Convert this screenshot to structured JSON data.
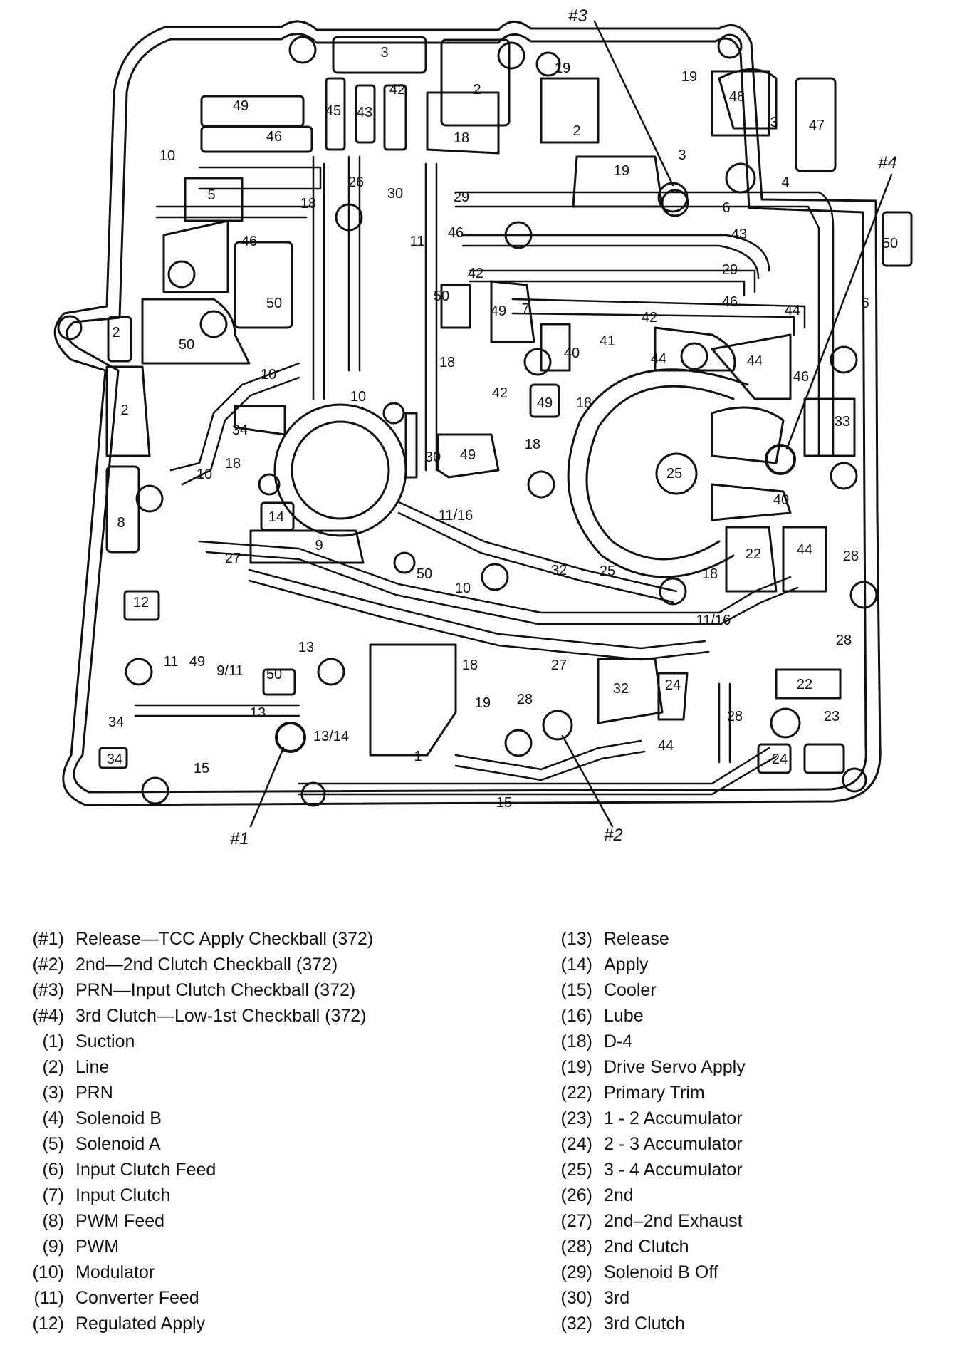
{
  "diagram": {
    "outline_color": "#111111",
    "background": "#ffffff",
    "checkball_labels": [
      "#1",
      "#2",
      "#3",
      "#4"
    ],
    "passage_labels": [
      "1",
      "2",
      "3",
      "4",
      "5",
      "6",
      "7",
      "8",
      "9",
      "10",
      "11",
      "12",
      "13",
      "14",
      "15",
      "18",
      "19",
      "22",
      "23",
      "24",
      "25",
      "26",
      "27",
      "28",
      "29",
      "30",
      "32",
      "33",
      "34",
      "40",
      "41",
      "42",
      "43",
      "44",
      "45",
      "46",
      "47",
      "48",
      "49",
      "50",
      "11/16",
      "13/14",
      "9/11"
    ]
  },
  "legend": {
    "left": [
      {
        "code": "(#1)",
        "label": "Release—TCC Apply Checkball (372)"
      },
      {
        "code": "(#2)",
        "label": "2nd—2nd Clutch Checkball (372)"
      },
      {
        "code": "(#3)",
        "label": "PRN—Input Clutch Checkball (372)"
      },
      {
        "code": "(#4)",
        "label": "3rd Clutch—Low-1st Checkball (372)"
      },
      {
        "code": "(1)",
        "label": "Suction"
      },
      {
        "code": "(2)",
        "label": "Line"
      },
      {
        "code": "(3)",
        "label": "PRN"
      },
      {
        "code": "(4)",
        "label": "Solenoid B"
      },
      {
        "code": "(5)",
        "label": "Solenoid A"
      },
      {
        "code": "(6)",
        "label": "Input Clutch Feed"
      },
      {
        "code": "(7)",
        "label": "Input Clutch"
      },
      {
        "code": "(8)",
        "label": "PWM Feed"
      },
      {
        "code": "(9)",
        "label": "PWM"
      },
      {
        "code": "(10)",
        "label": "Modulator"
      },
      {
        "code": "(11)",
        "label": "Converter Feed"
      },
      {
        "code": "(12)",
        "label": "Regulated Apply"
      }
    ],
    "right": [
      {
        "code": "(13)",
        "label": "Release"
      },
      {
        "code": "(14)",
        "label": "Apply"
      },
      {
        "code": "(15)",
        "label": "Cooler"
      },
      {
        "code": "(16)",
        "label": "Lube"
      },
      {
        "code": "(18)",
        "label": "D-4"
      },
      {
        "code": "(19)",
        "label": "Drive Servo Apply"
      },
      {
        "code": "(22)",
        "label": "Primary Trim"
      },
      {
        "code": "(23)",
        "label": "1 - 2 Accumulator"
      },
      {
        "code": "(24)",
        "label": "2 - 3 Accumulator"
      },
      {
        "code": "(25)",
        "label": "3 - 4 Accumulator"
      },
      {
        "code": "(26)",
        "label": "2nd"
      },
      {
        "code": "(27)",
        "label": "2nd–2nd Exhaust"
      },
      {
        "code": "(28)",
        "label": "2nd Clutch"
      },
      {
        "code": "(29)",
        "label": "Solenoid B Off"
      },
      {
        "code": "(30)",
        "label": "3rd"
      },
      {
        "code": "(32)",
        "label": "3rd Clutch"
      }
    ]
  }
}
